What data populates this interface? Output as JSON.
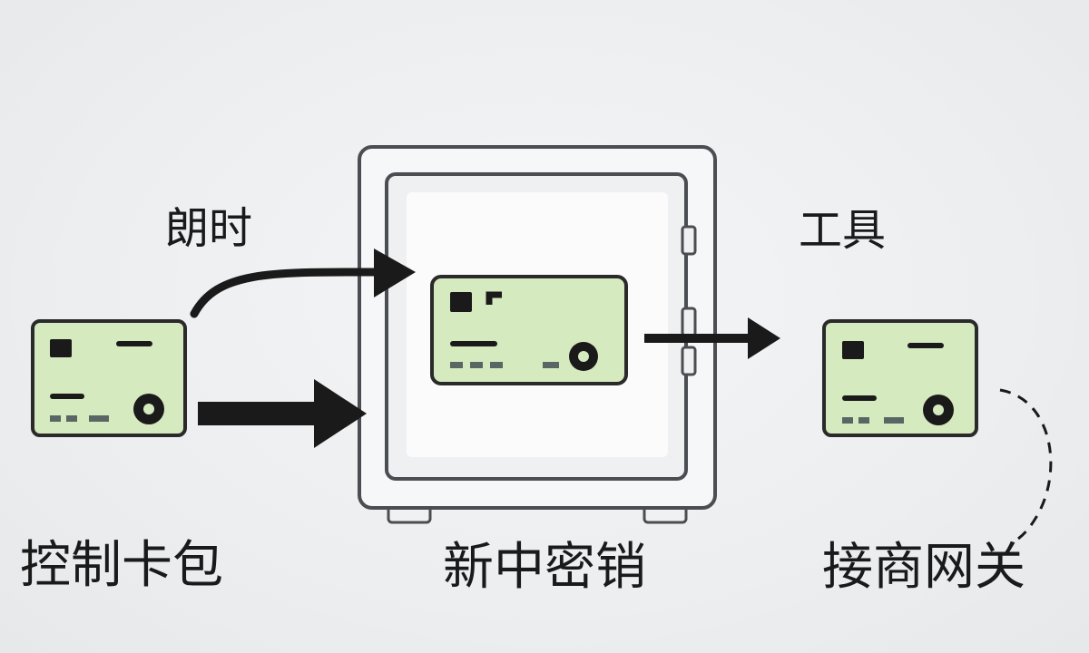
{
  "colors": {
    "background": "#eceef0",
    "card_fill": "#d6eac0",
    "card_stroke": "#2a2a2a",
    "ink": "#1a1a1a",
    "safe_body": "#f6f7f8",
    "safe_stroke": "#4a4d52",
    "stripe_gray": "#5a6664"
  },
  "nodes": {
    "source": {
      "label": "控制卡包",
      "icon": "card-icon"
    },
    "vault": {
      "label": "新中密销",
      "icon": "safe-icon"
    },
    "target": {
      "label": "接商网关",
      "icon": "card-icon"
    }
  },
  "edges": {
    "curved_arrow": {
      "label": "朗时"
    },
    "straight_arrow": {
      "label": ""
    },
    "output_arrow": {
      "label": "工具"
    },
    "dashed_link": {
      "label": ""
    }
  }
}
